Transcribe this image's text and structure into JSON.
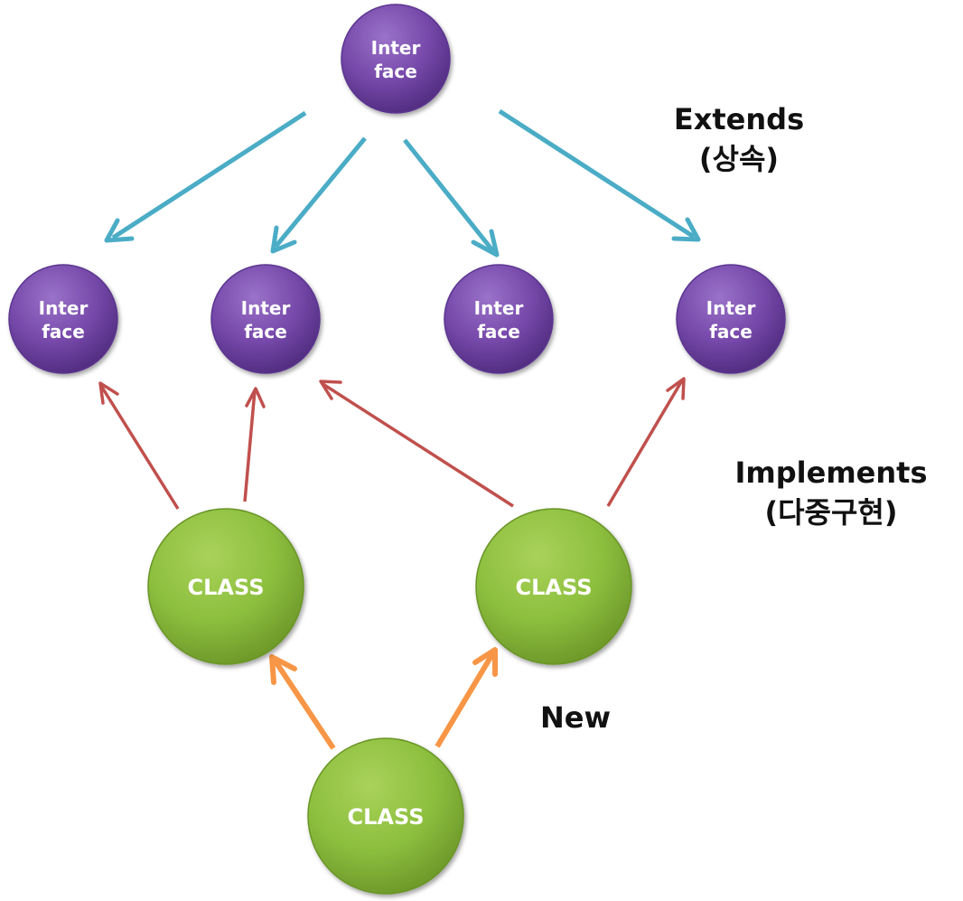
{
  "nodes": {
    "top_interface": {
      "line1": "Inter",
      "line2": "face"
    },
    "interface_1": {
      "line1": "Inter",
      "line2": "face"
    },
    "interface_2": {
      "line1": "Inter",
      "line2": "face"
    },
    "interface_3": {
      "line1": "Inter",
      "line2": "face"
    },
    "interface_4": {
      "line1": "Inter",
      "line2": "face"
    },
    "class_left": {
      "label": "CLASS"
    },
    "class_right": {
      "label": "CLASS"
    },
    "class_bottom": {
      "label": "CLASS"
    }
  },
  "labels": {
    "extends": {
      "line1": "Extends",
      "line2": "(상속)"
    },
    "implements": {
      "line1": "Implements",
      "line2": "(다중구현)"
    },
    "new": "New"
  },
  "colors": {
    "interface_fill": "#7a4fb0",
    "class_fill": "#8cbf3f",
    "extends_arrow": "#4bacc6",
    "implements_arrow": "#c0504d",
    "new_arrow": "#f79646"
  }
}
